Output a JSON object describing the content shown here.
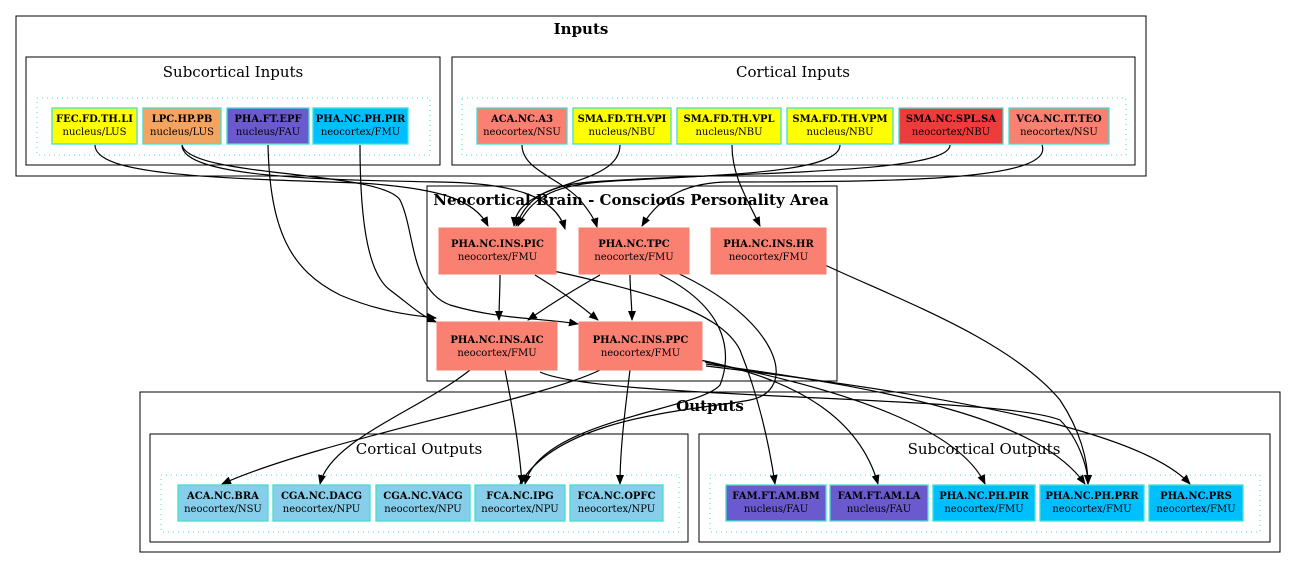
{
  "colors": {
    "yellow": "#ffff00",
    "salmon": "#fa8072",
    "sandybrown": "#f4a460",
    "slateblue": "#6a5acd",
    "deepskyblue": "#00bfff",
    "red": "#ee3b3b",
    "skyblue": "#87ceeb",
    "node_border": "#40e0d0",
    "dotted_border": "#40e0d0"
  },
  "clusters": {
    "inputs": "Inputs",
    "subcortical_inputs": "Subcortical Inputs",
    "cortical_inputs": "Cortical Inputs",
    "neocortical": "Neocortical Brain - Conscious Personality Area",
    "outputs": "Outputs",
    "cortical_outputs": "Cortical Outputs",
    "subcortical_outputs": "Subcortical Outputs"
  },
  "nodes": {
    "fec": {
      "name": "FEC.FD.TH.LI",
      "sub": "nucleus/LUS",
      "color": "yellow"
    },
    "lpc": {
      "name": "LPC.HP.PB",
      "sub": "nucleus/LUS",
      "color": "sandybrown"
    },
    "phaft": {
      "name": "PHA.FT.EPF",
      "sub": "nucleus/FAU",
      "color": "slateblue"
    },
    "phapir_in": {
      "name": "PHA.NC.PH.PIR",
      "sub": "neocortex/FMU",
      "color": "deepskyblue"
    },
    "aca": {
      "name": "ACA.NC.A3",
      "sub": "neocortex/NSU",
      "color": "salmon"
    },
    "smavpi": {
      "name": "SMA.FD.TH.VPI",
      "sub": "nucleus/NBU",
      "color": "yellow"
    },
    "smavpl": {
      "name": "SMA.FD.TH.VPL",
      "sub": "nucleus/NBU",
      "color": "yellow"
    },
    "smavpm": {
      "name": "SMA.FD.TH.VPM",
      "sub": "nucleus/NBU",
      "color": "yellow"
    },
    "smaspl": {
      "name": "SMA.NC.SPL.SA",
      "sub": "neocortex/NBU",
      "color": "red"
    },
    "vca": {
      "name": "VCA.NC.IT.TEO",
      "sub": "neocortex/NSU",
      "color": "salmon"
    },
    "pic": {
      "name": "PHA.NC.INS.PIC",
      "sub": "neocortex/FMU",
      "color": "salmon"
    },
    "tpc": {
      "name": "PHA.NC.TPC",
      "sub": "neocortex/FMU",
      "color": "salmon"
    },
    "hr": {
      "name": "PHA.NC.INS.HR",
      "sub": "neocortex/FMU",
      "color": "salmon"
    },
    "aic": {
      "name": "PHA.NC.INS.AIC",
      "sub": "neocortex/FMU",
      "color": "salmon"
    },
    "ppc": {
      "name": "PHA.NC.INS.PPC",
      "sub": "neocortex/FMU",
      "color": "salmon"
    },
    "bra": {
      "name": "ACA.NC.BRA",
      "sub": "neocortex/NSU",
      "color": "skyblue"
    },
    "dacg": {
      "name": "CGA.NC.DACG",
      "sub": "neocortex/NPU",
      "color": "skyblue"
    },
    "vacg": {
      "name": "CGA.NC.VACG",
      "sub": "neocortex/NPU",
      "color": "skyblue"
    },
    "ipg": {
      "name": "FCA.NC.IPG",
      "sub": "neocortex/NPU",
      "color": "skyblue"
    },
    "opfc": {
      "name": "FCA.NC.OPFC",
      "sub": "neocortex/NPU",
      "color": "skyblue"
    },
    "bm": {
      "name": "FAM.FT.AM.BM",
      "sub": "nucleus/FAU",
      "color": "slateblue"
    },
    "la": {
      "name": "FAM.FT.AM.LA",
      "sub": "nucleus/FAU",
      "color": "slateblue"
    },
    "phapir_out": {
      "name": "PHA.NC.PH.PIR",
      "sub": "neocortex/FMU",
      "color": "deepskyblue"
    },
    "prr": {
      "name": "PHA.NC.PH.PRR",
      "sub": "neocortex/FMU",
      "color": "deepskyblue"
    },
    "prs": {
      "name": "PHA.NC.PRS",
      "sub": "neocortex/FMU",
      "color": "deepskyblue"
    }
  }
}
